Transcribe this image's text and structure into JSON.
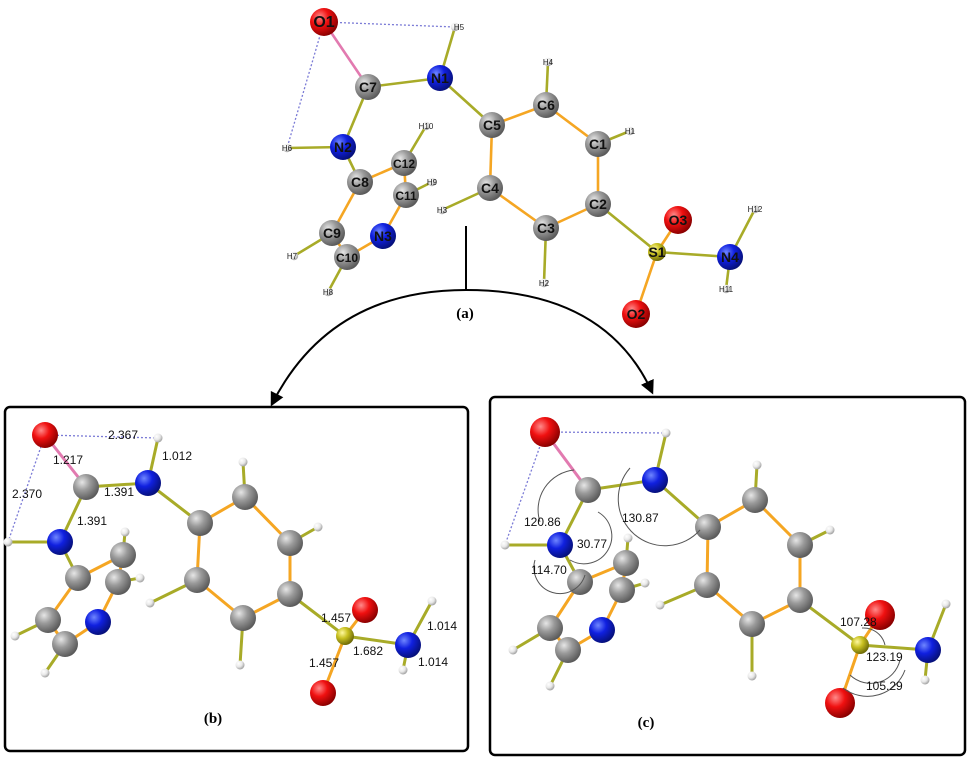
{
  "colors": {
    "carbon": "#8e8e8e",
    "nitrogen": "#0b17e0",
    "oxygen": "#f01010",
    "sulfur": "#c8c020",
    "hydrogen": "#eeeeee",
    "aromatic_bond": "#f5a623",
    "single_bond": "#a8ab28",
    "carbonyl_bond": "#e27ab0",
    "hbond": "#7b7bd6",
    "frame": "#000000"
  },
  "panel_labels": {
    "a": "(a)",
    "b": "(b)",
    "c": "(c)"
  },
  "atom_labels": {
    "O1": "O1",
    "C7": "C7",
    "N1": "N1",
    "N2": "N2",
    "C8": "C8",
    "C9": "C9",
    "C10": "C10",
    "N3": "N3",
    "C11": "C11",
    "C12": "C12",
    "C5": "C5",
    "C6": "C6",
    "C1": "C1",
    "C2": "C2",
    "C3": "C3",
    "C4": "C4",
    "S1": "S1",
    "O2": "O2",
    "O3": "O3",
    "N4": "N4",
    "H1": "H1",
    "H2": "H2",
    "H3": "H3",
    "H4": "H4",
    "H5": "H5",
    "H6": "H6",
    "H7": "H7",
    "H8": "H8",
    "H9": "H9",
    "H10": "H10",
    "H11": "H11",
    "H12": "H12"
  },
  "bond_lengths": {
    "h_o1_h5": "2.367",
    "h_o1_h6": "2.370",
    "c7_o1": "1.217",
    "n1_h5": "1.012",
    "c7_n1": "1.391",
    "c7_n2": "1.391",
    "s1_o3": "1.457",
    "s1_o2": "1.457",
    "s1_n4": "1.682",
    "n4_h12": "1.014",
    "n4_h11": "1.014"
  },
  "bond_angles": {
    "o1_c7_n2": "120.86",
    "c7_n2_c8": "30.77",
    "c7_n1_c5": "130.87",
    "h6_n2_c8": "114.70",
    "o3_s1_n4": "107.28",
    "o2_s1_n4": "123.19",
    "o2_s1_o3": "105.29"
  }
}
